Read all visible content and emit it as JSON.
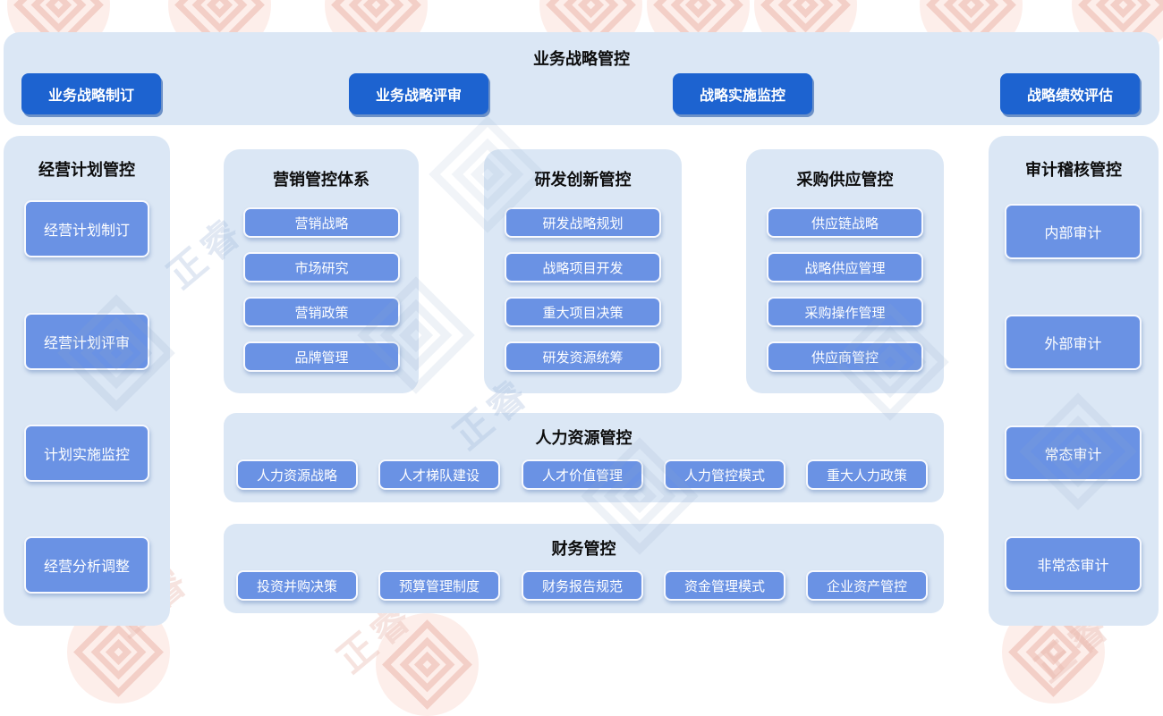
{
  "colors": {
    "panel": "#dbe7f5",
    "primary_button": "#1d63d0",
    "item_button": "#6a92e4",
    "watermark_pink": "#f6d4cc"
  },
  "watermark": {
    "text": "正睿"
  },
  "top_bar": {
    "title": "业务战略管控",
    "buttons": [
      "业务战略制订",
      "业务战略评审",
      "战略实施监控",
      "战略绩效评估"
    ]
  },
  "left_column": {
    "title": "经营计划管控",
    "items": [
      "经营计划制订",
      "经营计划评审",
      "计划实施监控",
      "经营分析调整"
    ]
  },
  "mid_sections": [
    {
      "title": "营销管控体系",
      "items": [
        "营销战略",
        "市场研究",
        "营销政策",
        "品牌管理"
      ]
    },
    {
      "title": "研发创新管控",
      "items": [
        "研发战略规划",
        "战略项目开发",
        "重大项目决策",
        "研发资源统筹"
      ]
    },
    {
      "title": "采购供应管控",
      "items": [
        "供应链战略",
        "战略供应管理",
        "采购操作管理",
        "供应商管控"
      ]
    }
  ],
  "hr_section": {
    "title": "人力资源管控",
    "items": [
      "人力资源战略",
      "人才梯队建设",
      "人才价值管理",
      "人力管控模式",
      "重大人力政策"
    ]
  },
  "finance_section": {
    "title": "财务管控",
    "items": [
      "投资并购决策",
      "预算管理制度",
      "财务报告规范",
      "资金管理模式",
      "企业资产管控"
    ]
  },
  "right_column": {
    "title": "审计稽核管控",
    "items": [
      "内部审计",
      "外部审计",
      "常态审计",
      "非常态审计"
    ]
  }
}
